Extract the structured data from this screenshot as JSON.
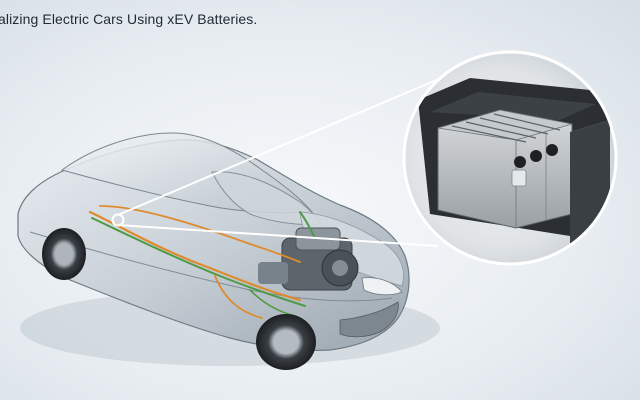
{
  "headline": "alizing Electric Cars Using xEV Batteries.",
  "colors": {
    "background": "#e9eef2",
    "headline": "#1f2a33",
    "callout_border": "#ffffff",
    "wiring_orange": "#e08a2e",
    "wiring_green": "#4f9a47"
  },
  "icons": {
    "callout": "battery-module-magnified",
    "car": "sedan-cutaway"
  }
}
